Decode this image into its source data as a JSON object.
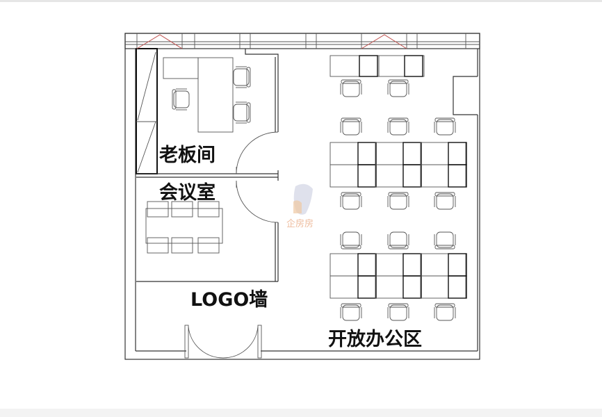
{
  "floorplan": {
    "rooms": {
      "boss_office": "老板间",
      "meeting_room": "会议室",
      "logo_wall": "LOGO墙",
      "open_office": "开放办公区"
    },
    "watermark": "企房房",
    "colors": {
      "wall": "#333333",
      "window_accent": "#c0504d",
      "watermark": "#e9a77f"
    }
  }
}
